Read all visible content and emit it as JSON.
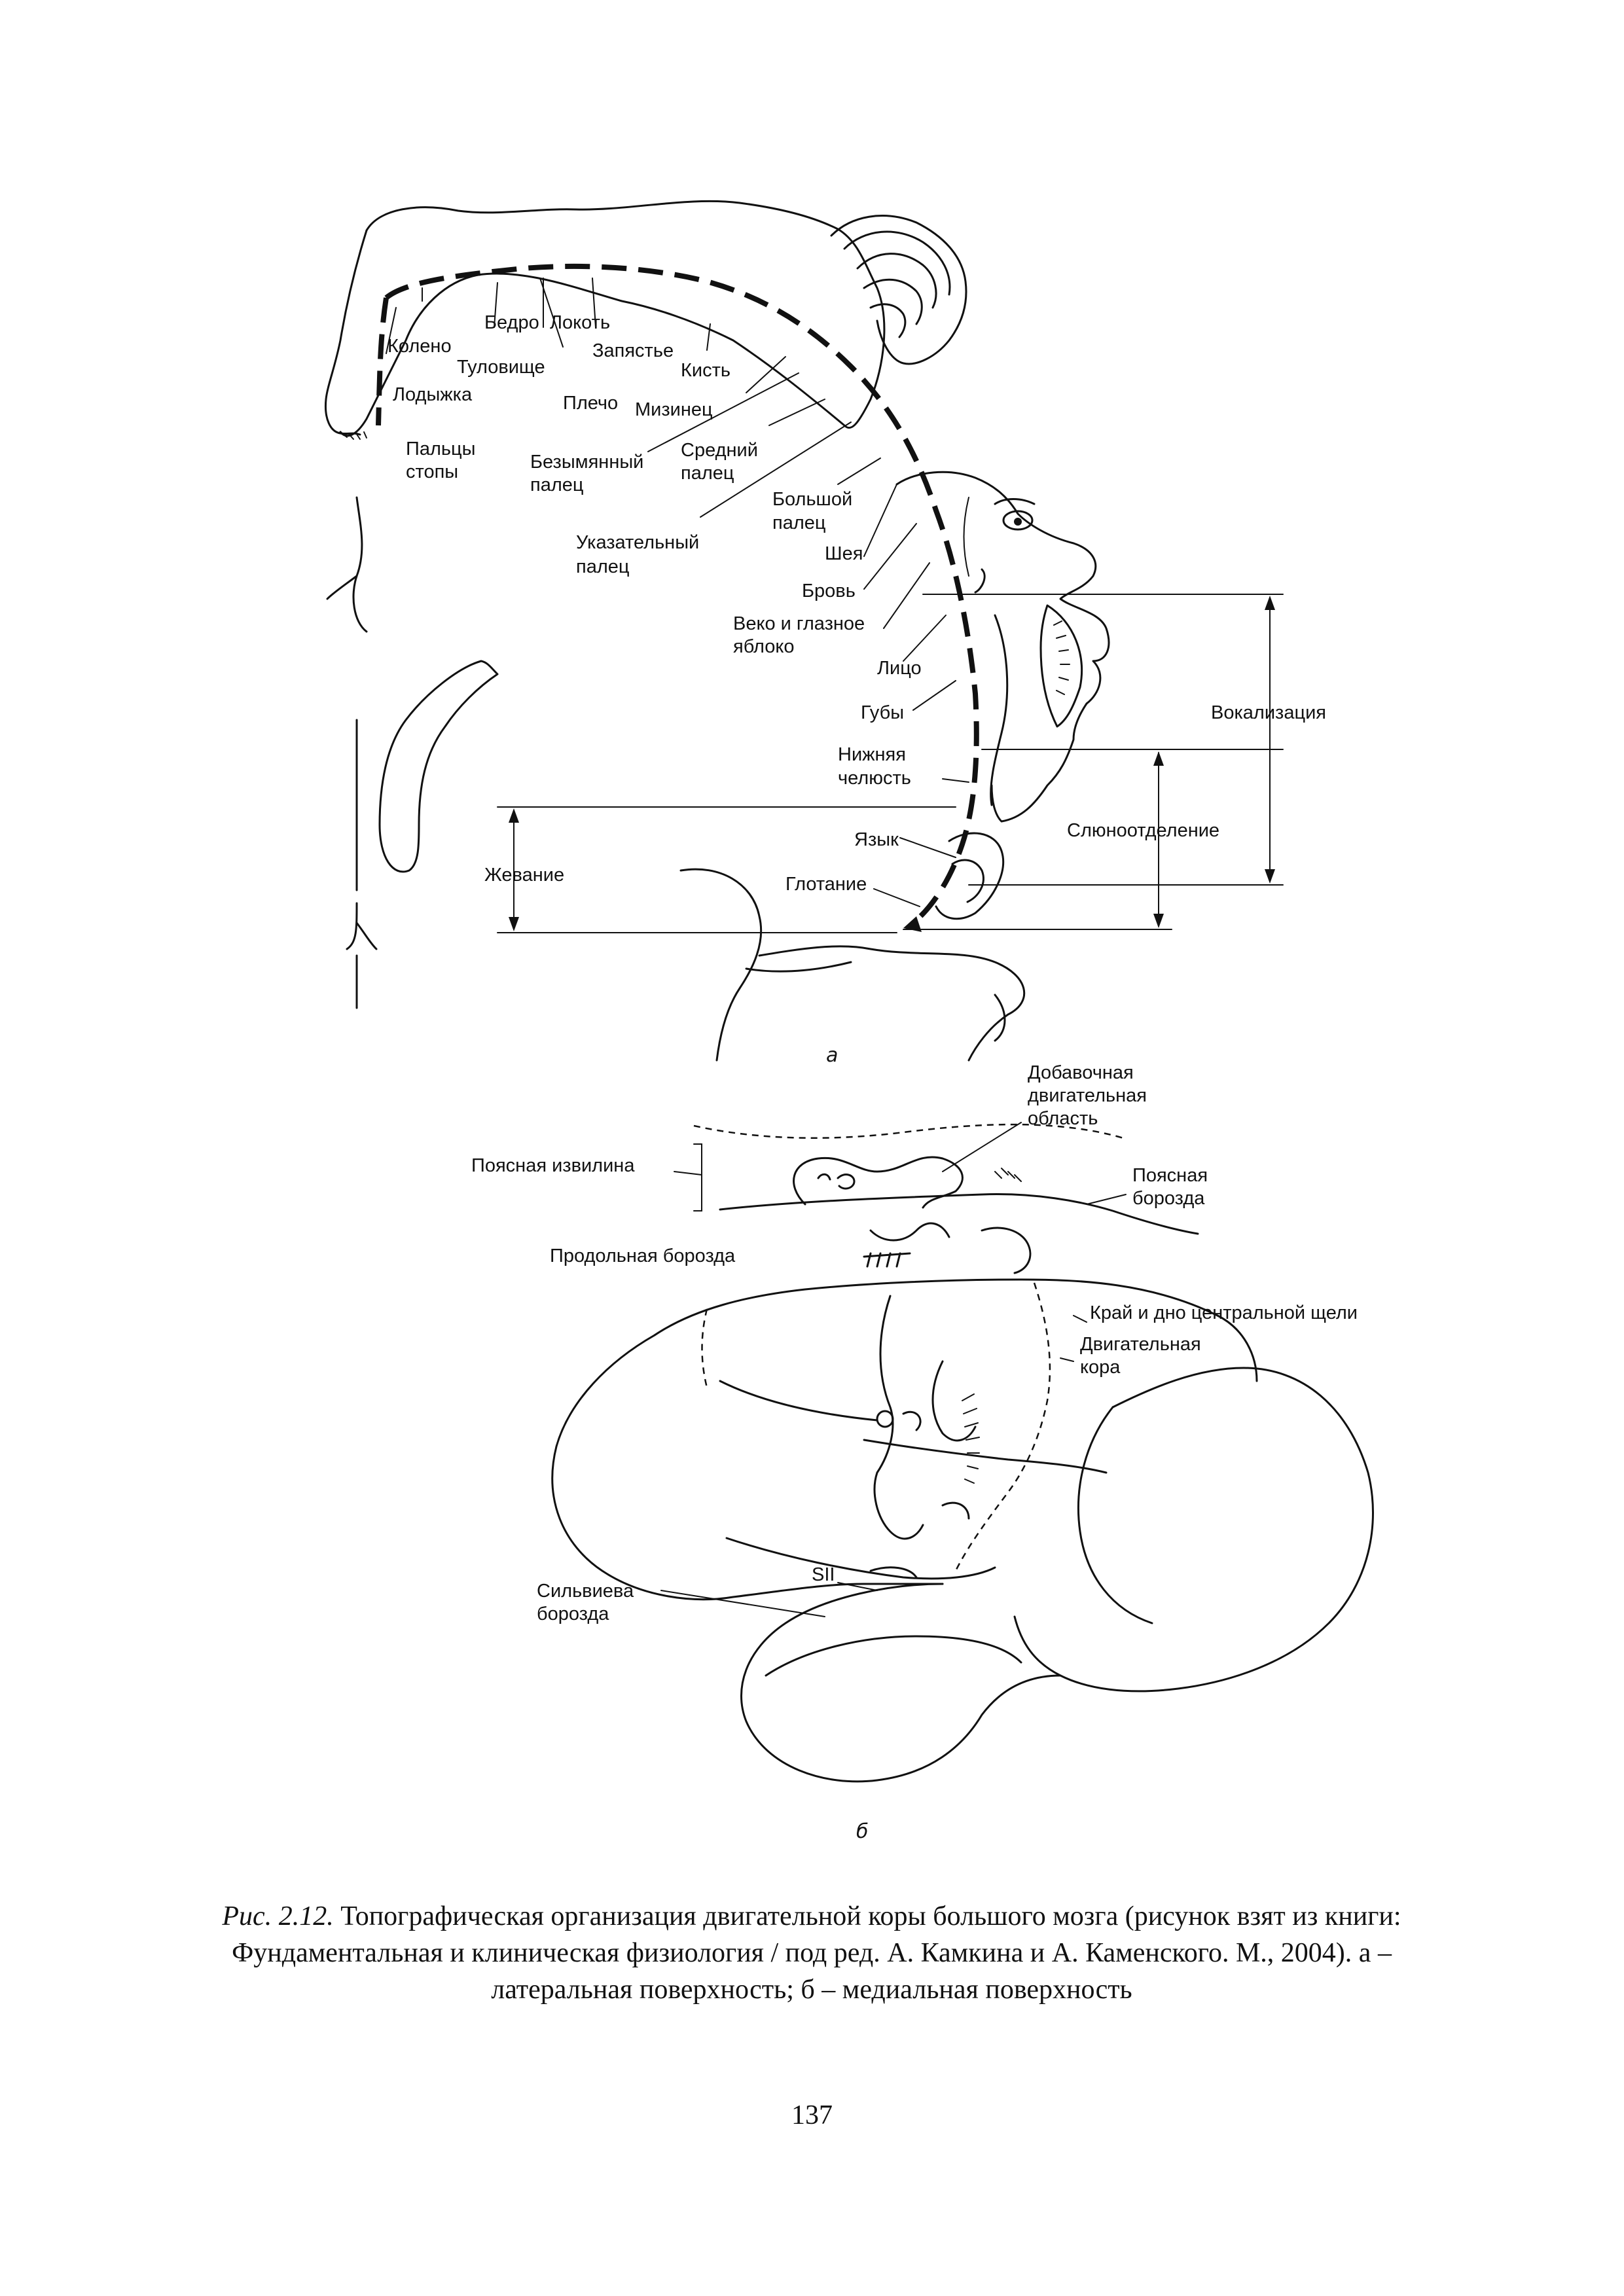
{
  "figure_a": {
    "panel_label": "а",
    "labels": {
      "bedro": "Бедро",
      "lokot": "Локоть",
      "koleno": "Колено",
      "zapyastye": "Запястье",
      "tulovishche": "Туловище",
      "kist": "Кисть",
      "lodyzhka": "Лодыжка",
      "plecho": "Плечо",
      "mizinets": "Мизинец",
      "paltsy_1": "Пальцы",
      "paltsy_2": "стопы",
      "bezymyanny_1": "Безымянный",
      "bezymyanny_2": "палец",
      "sredny_1": "Средний",
      "sredny_2": "палец",
      "bolshoy_1": "Большой",
      "bolshoy_2": "палец",
      "ukazatelny_1": "Указательный",
      "ukazatelny_2": "палец",
      "sheya": "Шея",
      "brov": "Бровь",
      "veko_1": "Веко и глазное",
      "veko_2": "яблоко",
      "litso": "Лицо",
      "guby": "Губы",
      "vokalizatsiya": "Вокализация",
      "chelyust_1": "Нижняя",
      "chelyust_2": "челюсть",
      "slyunootdelenie": "Слюноотделение",
      "yazyk": "Язык",
      "zhevanie": "Жевание",
      "glotanie": "Глотание"
    }
  },
  "figure_b": {
    "panel_label": "б",
    "labels": {
      "dobavochnaya_1": "Добавочная",
      "dobavochnaya_2": "двигательная",
      "dobavochnaya_3": "область",
      "poyasnaya_izvilina": "Поясная извилина",
      "poyasnaya_borozda_1": "Поясная",
      "poyasnaya_borozda_2": "борозда",
      "prodolnaya": "Продольная борозда",
      "krai": "Край и дно центральной щели",
      "dvigatelnaya_1": "Двигательная",
      "dvigatelnaya_2": "кора",
      "sii": "SII",
      "silvieva_1": "Сильвиева",
      "silvieva_2": "борозда"
    }
  },
  "caption": {
    "figure_number": "Рис. 2.12.",
    "text": "Топографическая организация двигательной коры большого мозга (рисунок взят из книги: Фундаментальная и клиническая физиология / под ред. А. Камкина и А. Каменского. М., 2004). а – латеральная поверхность; б – медиальная поверхность"
  },
  "page_number": "137"
}
